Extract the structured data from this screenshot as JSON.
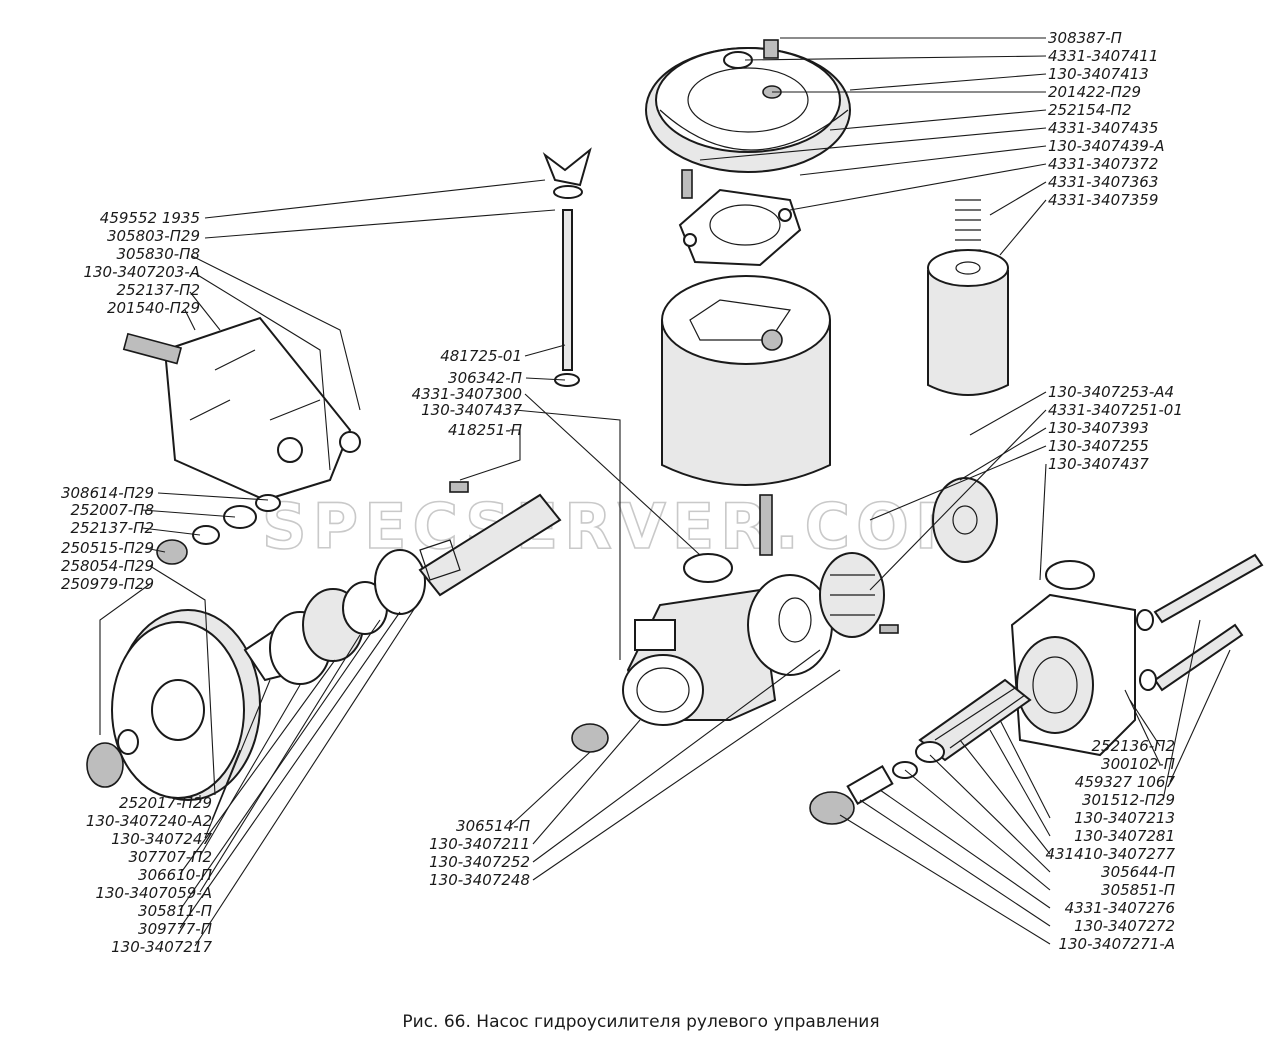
{
  "caption": "Рис. 66. Насос гидроусилителя рулевого управления",
  "watermark": "SPECSERVER.COM",
  "labels_right": [
    "308387-П",
    "4331-3407411",
    "130-3407413",
    "201422-П29",
    "252154-П2",
    "4331-3407435",
    "130-3407439-А",
    "4331-3407372",
    "4331-3407363",
    "4331-3407359"
  ],
  "labels_left": [
    "459552 1935",
    "305803-П29",
    "305830-П8",
    "130-3407203-А",
    "252137-П2",
    "201540-П29"
  ],
  "labels_mid": [
    "481725-01",
    "306342-П",
    "4331-3407300",
    "130-3407437",
    "418251-П"
  ],
  "labels_mid_right": [
    "130-3407253-А4",
    "4331-3407251-01",
    "130-3407393",
    "130-3407255",
    "130-3407437"
  ],
  "labels_left_low": [
    "308614-П29",
    "252007-П8",
    "252137-П2",
    "250515-П29",
    "258054-П29",
    "250979-П29"
  ],
  "labels_bottom_left": [
    "252017-П29",
    "130-3407240-А2",
    "130-3407247",
    "307707-П2",
    "306610-П",
    "130-3407059-А",
    "305811-П",
    "309777-П",
    "130-3407217"
  ],
  "labels_bottom_mid": [
    "306514-П",
    "130-3407211",
    "130-3407252",
    "130-3407248"
  ],
  "labels_bottom_right": [
    "252136-П2",
    "300102-П",
    "459327 1067",
    "301512-П29",
    "130-3407213",
    "130-3407281",
    "431410-3407277",
    "305644-П",
    "305851-П",
    "4331-3407276",
    "130-3407272",
    "130-3407271-А"
  ]
}
